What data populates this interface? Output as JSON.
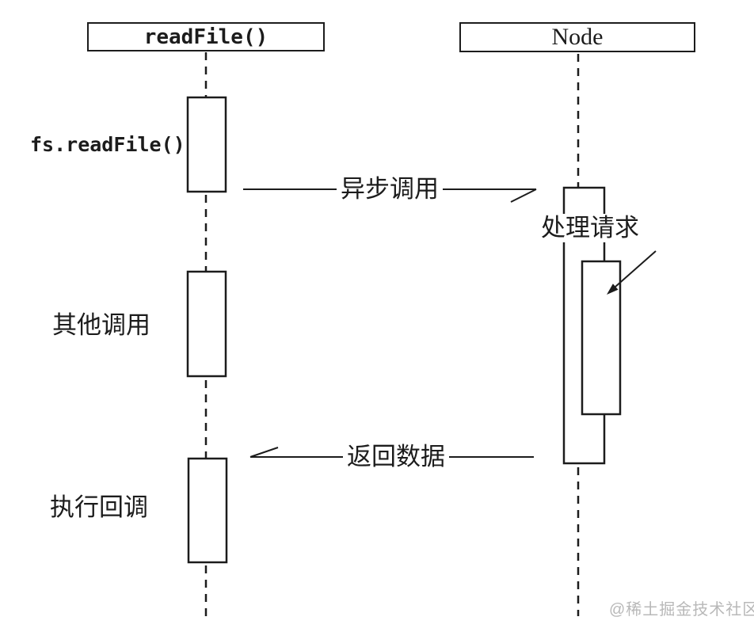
{
  "diagram": {
    "participants": {
      "left": "readFile()",
      "right": "Node"
    },
    "annotations": {
      "fs_call": "fs.readFile()",
      "other_calls": "其他调用",
      "exec_callback": "执行回调",
      "handle_request": "处理请求"
    },
    "messages": {
      "async_call": "异步调用",
      "return_data": "返回数据"
    },
    "watermark": "@稀土掘金技术社区",
    "colors": {
      "line": "#1c1c1c",
      "background": "#ffffff",
      "watermark": "#b8b8b8"
    }
  }
}
